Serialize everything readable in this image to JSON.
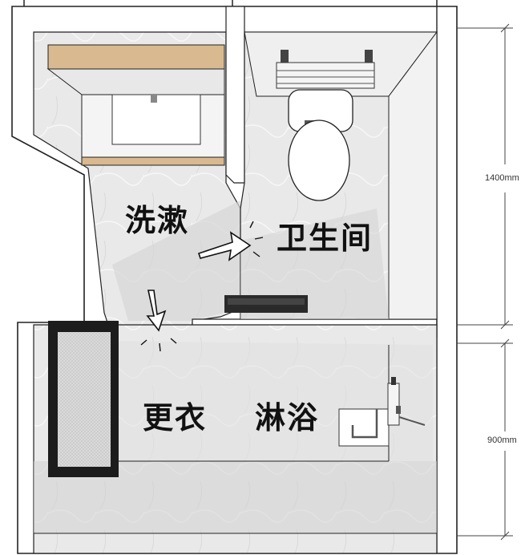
{
  "zones": {
    "washing": "洗漱",
    "toilet": "卫生间",
    "changing": "更衣",
    "shower": "淋浴"
  },
  "dimensions": {
    "upper": "1400mm",
    "lower": "900mm"
  },
  "colors": {
    "wall_top": "#ffffff",
    "wall_edge": "#222222",
    "floor_light": "#e6e6e6",
    "floor_shadow": "#cfcfcf",
    "wood_shelf": "#d9b98f",
    "mirror_frame": "#1c1c1c",
    "mirror_glass": "#d8d8d8"
  }
}
